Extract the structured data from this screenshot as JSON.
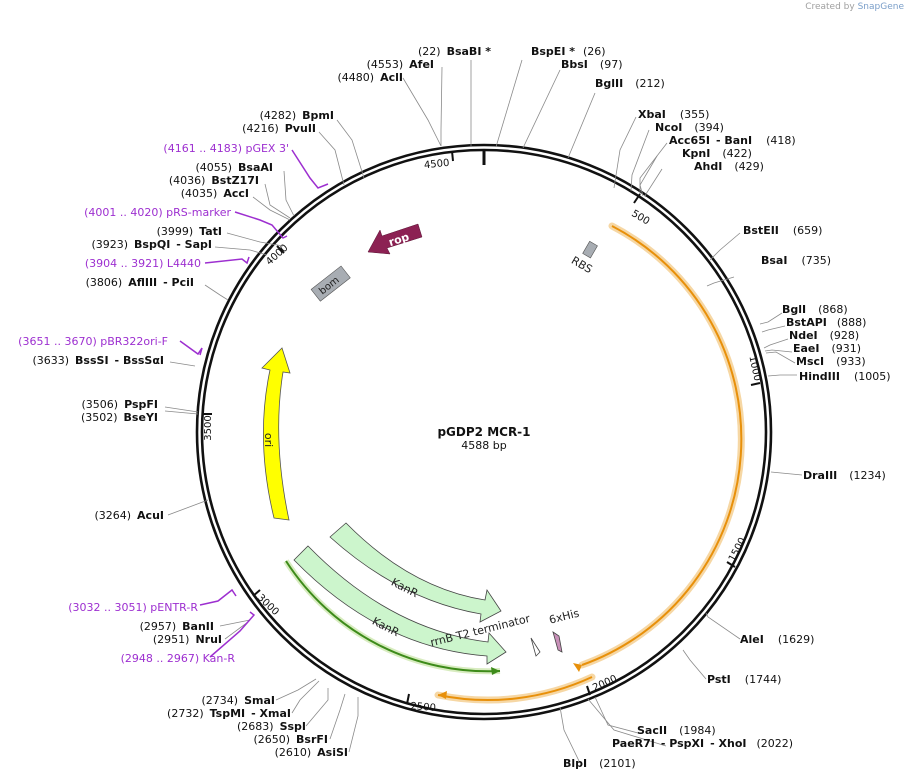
{
  "credit": {
    "prefix": "Created by",
    "brand": "SnapGene"
  },
  "plasmid": {
    "name": "pGDP2 MCR-1",
    "length_label": "4588 bp",
    "length": 4588
  },
  "ticks": [
    "500",
    "1000",
    "1500",
    "2000",
    "2500",
    "3000",
    "3500",
    "4000",
    "4500"
  ],
  "features": {
    "rop": "rop",
    "bom": "bom",
    "ori": "ori",
    "rbs": "RBS",
    "kanr_top": "KanR",
    "kanr_bottom": "KanR",
    "rrnb": "rrnB T2 terminator",
    "his": "6xHis"
  },
  "enzymes": {
    "bsabi_pos": "(22)",
    "bsabi": "BsaBI *",
    "bspei": "BspEI *",
    "bspei_pos": "(26)",
    "afei_pos": "(4553)",
    "afei": "AfeI",
    "bbsi": "BbsI",
    "bbsi_pos": "(97)",
    "acli_pos": "(4480)",
    "acli": "AclI",
    "bglii": "BglII",
    "bglii_pos": "(212)",
    "bpmi_pos": "(4282)",
    "bpmi": "BpmI",
    "pvuii_pos": "(4216)",
    "pvuii": "PvuII",
    "xbai": "XbaI",
    "xbai_pos": "(355)",
    "ncoi": "NcoI",
    "ncoi_pos": "(394)",
    "acc65i": "Acc65I",
    "bani": "- BanI",
    "bani_pos": "(418)",
    "kpni": "KpnI",
    "kpni_pos": "(422)",
    "ahdi": "AhdI",
    "ahdi_pos": "(429)",
    "bsaai_pos": "(4055)",
    "bsaai": "BsaAI",
    "bstz17i_pos": "(4036)",
    "bstz17i": "BstZ17I",
    "acci_pos": "(4035)",
    "acci": "AccI",
    "tati_pos": "(3999)",
    "tati": "TatI",
    "bspqi_pos": "(3923)",
    "bspqi": "BspQI",
    "sapi": "- SapI",
    "bsteii": "BstEII",
    "bsteii_pos": "(659)",
    "bsai": "BsaI",
    "bsai_pos": "(735)",
    "afliii_pos": "(3806)",
    "afliii": "AflIII",
    "pcii": "- PciI",
    "bgli": "BglI",
    "bgli_pos": "(868)",
    "bstapi": "BstAPI",
    "bstapi_pos": "(888)",
    "ndei": "NdeI",
    "ndei_pos": "(928)",
    "eaei": "EaeI",
    "eaei_pos": "(931)",
    "msci": "MscI",
    "msci_pos": "(933)",
    "hindiii": "HindIII",
    "hindiii_pos": "(1005)",
    "bsssi_pos": "(3633)",
    "bsssi": "BssSI",
    "bsssai": "- BssSαI",
    "pspfi_pos": "(3506)",
    "pspfi": "PspFI",
    "bseyi_pos": "(3502)",
    "bseyi": "BseYI",
    "draiii": "DraIII",
    "draiii_pos": "(1234)",
    "acui_pos": "(3264)",
    "acui": "AcuI",
    "banii_pos": "(2957)",
    "banii": "BanII",
    "nrui_pos": "(2951)",
    "nrui": "NruI",
    "alei": "AleI",
    "alei_pos": "(1629)",
    "psti": "PstI",
    "psti_pos": "(1744)",
    "smai_pos": "(2734)",
    "smai": "SmaI",
    "tspmi_pos": "(2732)",
    "tspmi": "TspMI",
    "xmai": "- XmaI",
    "sspi_pos": "(2683)",
    "sspi": "SspI",
    "bsrfi_pos": "(2650)",
    "bsrfi": "BsrFI",
    "asisi_pos": "(2610)",
    "asisi": "AsiSI",
    "sacii": "SacII",
    "sacii_pos": "(1984)",
    "paer7i": "PaeR7I",
    "pspxi": "- PspXI",
    "xhoi": "- XhoI",
    "xhoi_pos": "(2022)",
    "blpi": "BlpI",
    "blpi_pos": "(2101)"
  },
  "primers": {
    "pgex3": "(4161 .. 4183)  pGEX 3'",
    "prsmarker": "(4001 .. 4020)  pRS-marker",
    "l4440": "(3904 .. 3921)  L4440",
    "pbr322": "(3651 .. 3670)  pBR322ori-F",
    "pentr": "(3032 .. 3051)  pENTR-R",
    "kanr": "(2948 .. 2967)  Kan-R"
  },
  "colors": {
    "primer": "#9d2fd0",
    "rop": "#8c2153",
    "ori": "#ffff00",
    "kanr": "#ccf5cc",
    "orange_arc": "#e8900a",
    "feature_gray": "#a8adb3"
  }
}
